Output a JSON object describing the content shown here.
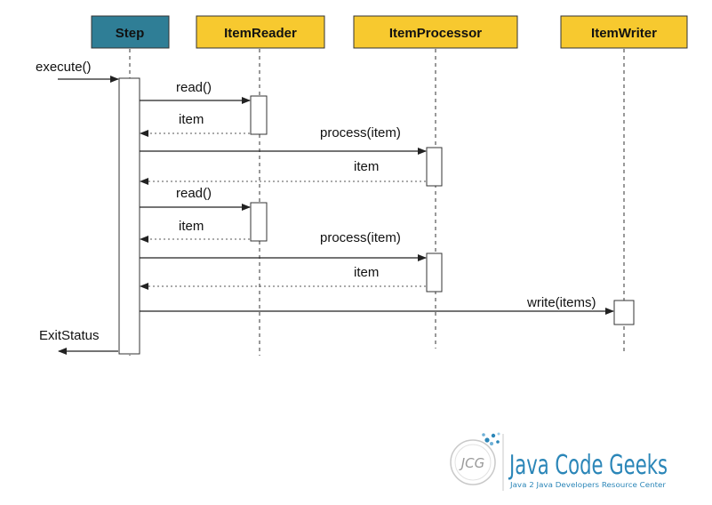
{
  "diagram": {
    "participants": [
      {
        "id": "step",
        "label": "Step",
        "fill": "#2F7E96"
      },
      {
        "id": "reader",
        "label": "ItemReader",
        "fill": "#F7C92F"
      },
      {
        "id": "processor",
        "label": "ItemProcessor",
        "fill": "#F7C92F"
      },
      {
        "id": "writer",
        "label": "ItemWriter",
        "fill": "#F7C92F"
      }
    ],
    "entry_message": "execute()",
    "exit_message": "ExitStatus",
    "messages": [
      {
        "from": "step",
        "to": "reader",
        "label": "read()",
        "kind": "call"
      },
      {
        "from": "reader",
        "to": "step",
        "label": "item",
        "kind": "return"
      },
      {
        "from": "step",
        "to": "processor",
        "label": "process(item)",
        "kind": "call"
      },
      {
        "from": "processor",
        "to": "step",
        "label": "item",
        "kind": "return"
      },
      {
        "from": "step",
        "to": "reader",
        "label": "read()",
        "kind": "call"
      },
      {
        "from": "reader",
        "to": "step",
        "label": "item",
        "kind": "return"
      },
      {
        "from": "step",
        "to": "processor",
        "label": "process(item)",
        "kind": "call"
      },
      {
        "from": "processor",
        "to": "step",
        "label": "item",
        "kind": "return"
      },
      {
        "from": "step",
        "to": "writer",
        "label": "write(items)",
        "kind": "call"
      }
    ]
  },
  "logo": {
    "badge": "JCG",
    "name": "Java Code Geeks",
    "tagline": "Java 2 Java Developers Resource Center",
    "color": "#2B86B8"
  }
}
